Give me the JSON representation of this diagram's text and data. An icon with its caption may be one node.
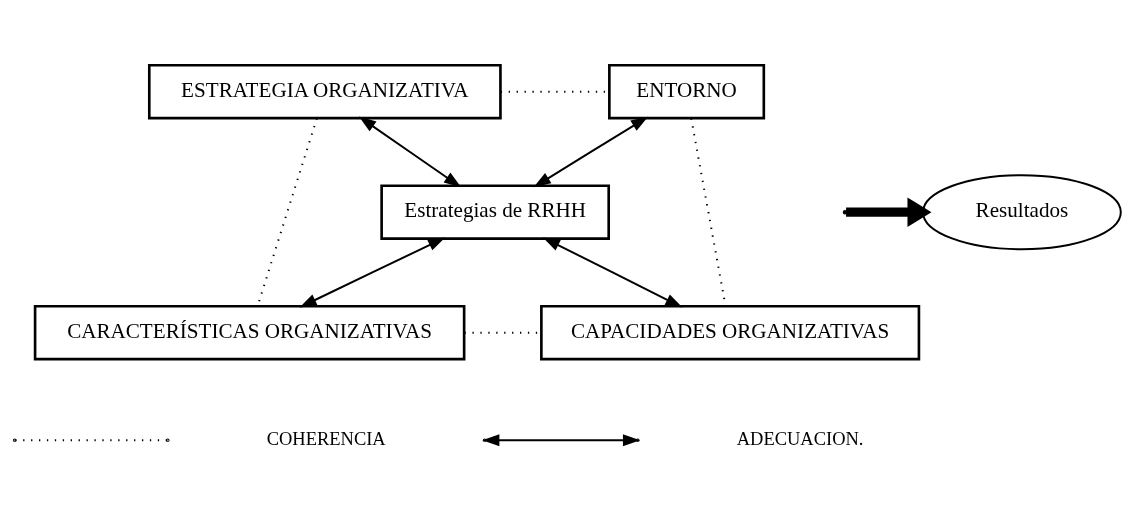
{
  "diagram": {
    "nodes": [
      {
        "text": [
          "ESTRATEGIA ORGANIZATIVA"
        ]
      },
      {
        "text": [
          "ENTORNO"
        ]
      },
      {
        "text": [
          "Estrategias de RRHH"
        ]
      },
      {
        "text": [
          "CARACTERÍSTICAS ORGANIZATIVAS"
        ]
      },
      {
        "text": [
          "CAPACIDADES ORGANIZATIVAS"
        ]
      },
      {
        "text": [
          "Resultados"
        ]
      }
    ],
    "edges": [
      {
        "from": 0,
        "to": 1,
        "arrow": "none",
        "style": "dashed"
      },
      {
        "from": 0,
        "to": 3,
        "arrow": "none",
        "style": "dashed"
      },
      {
        "from": 1,
        "to": 4,
        "arrow": "none",
        "style": "dashed"
      },
      {
        "from": 3,
        "to": 4,
        "arrow": "none",
        "style": "dashed"
      },
      {
        "from": 0,
        "to": 2,
        "arrow": "both"
      },
      {
        "from": 1,
        "to": 2,
        "arrow": "both"
      },
      {
        "from": 2,
        "to": 3,
        "arrow": "both"
      },
      {
        "from": 2,
        "to": 4,
        "arrow": "both"
      },
      {
        "from": null,
        "to": 5,
        "arrow": "to",
        "style": "thick"
      }
    ],
    "legend": [
      {
        "text": "COHERENCIA"
      },
      {
        "text": "ADECUACION."
      }
    ]
  }
}
